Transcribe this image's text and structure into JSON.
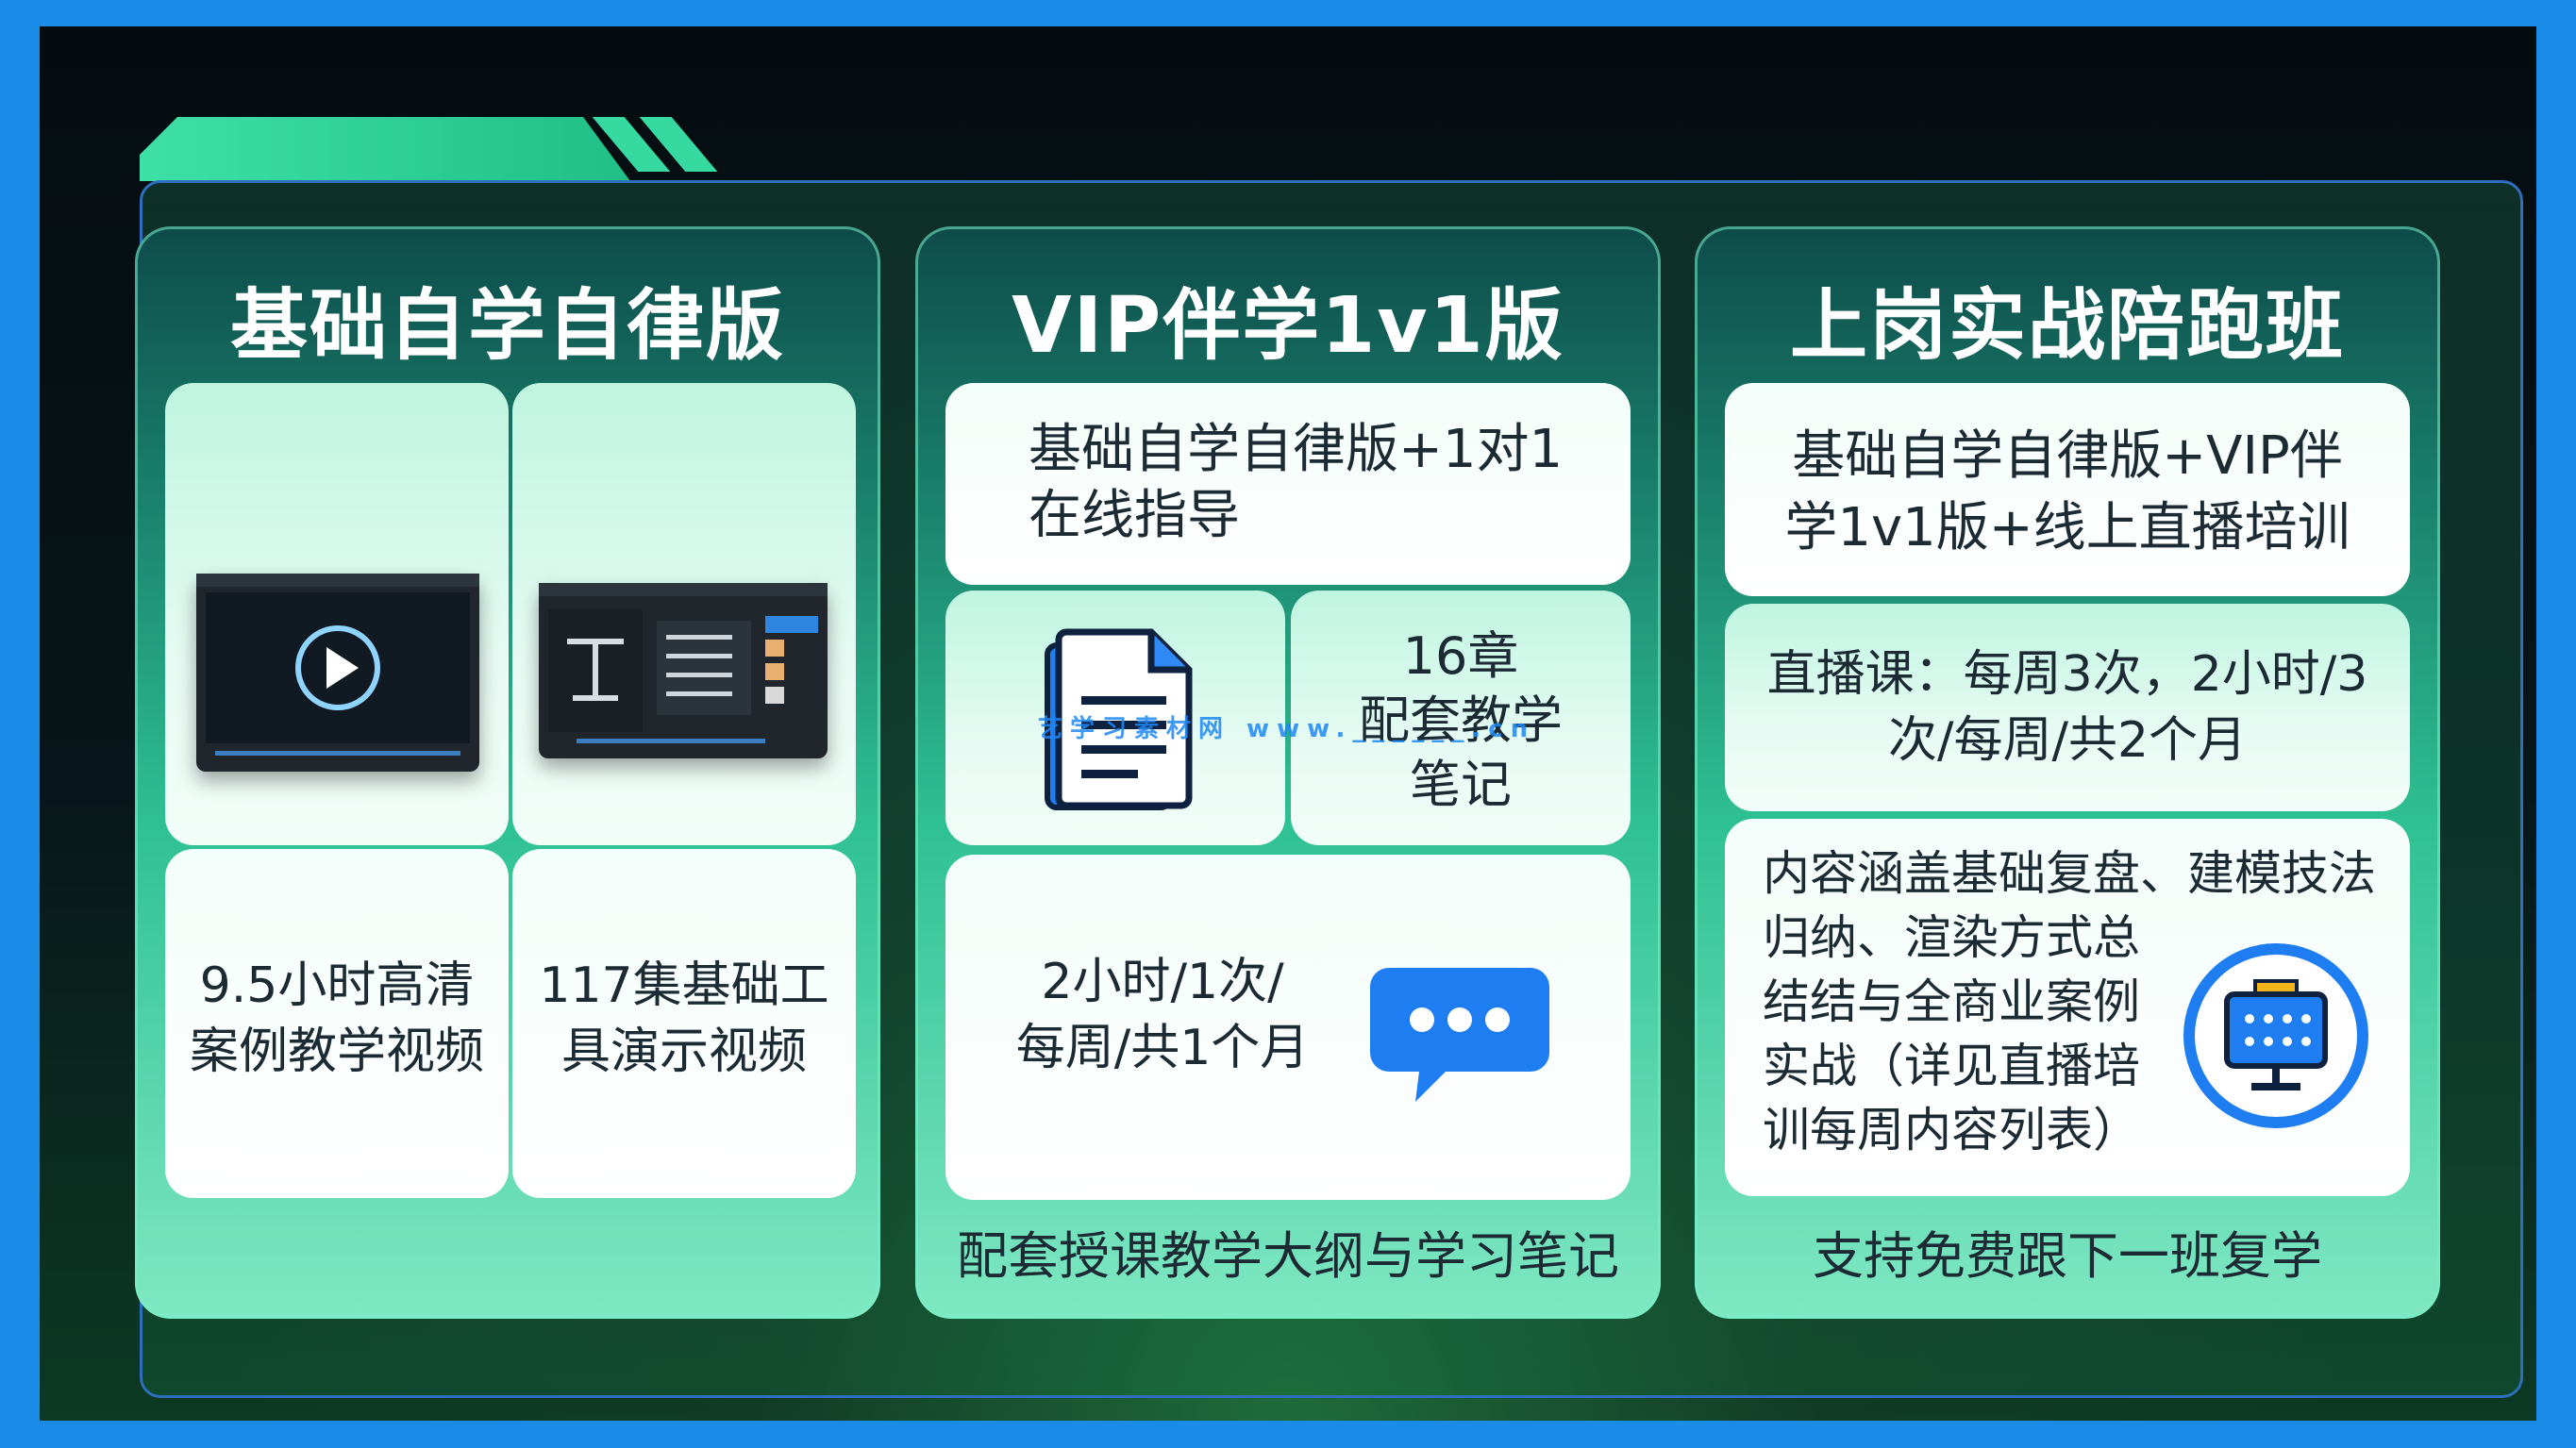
{
  "cards": [
    {
      "title": "基础自学自律版",
      "tiles": [
        {
          "text": "9.5小时高清\n案例教学视频"
        },
        {
          "text": "117集基础工\n具演示视频"
        }
      ]
    },
    {
      "title": "VIP伴学1v1版",
      "top_text": "基础自学自律版+1对1\n在线指导",
      "notes_text": "16章\n配套教学\n笔记",
      "schedule_text": "2小时/1次/\n每周/共1个月",
      "footer": "配套授课教学大纲与学习笔记"
    },
    {
      "title": "上岗实战陪跑班",
      "top_text": "基础自学自律版+VIP伴\n学1v1版+线上直播培训",
      "live_text": "直播课：每周3次，2小时/3\n次/每周/共2个月",
      "content_text": "内容涵盖基础复盘、建模技法\n归纳、渲染方式总\n结结与全商业案例\n实战（详见直播培\n训每周内容列表）",
      "footer": "支持免费跟下一班复学"
    }
  ],
  "watermark": "艺学习素材网    www.______.cn",
  "colors": {
    "accent": "#3fe0a6",
    "frame_blue": "#1a8ce8",
    "icon_blue": "#1e7df0"
  }
}
